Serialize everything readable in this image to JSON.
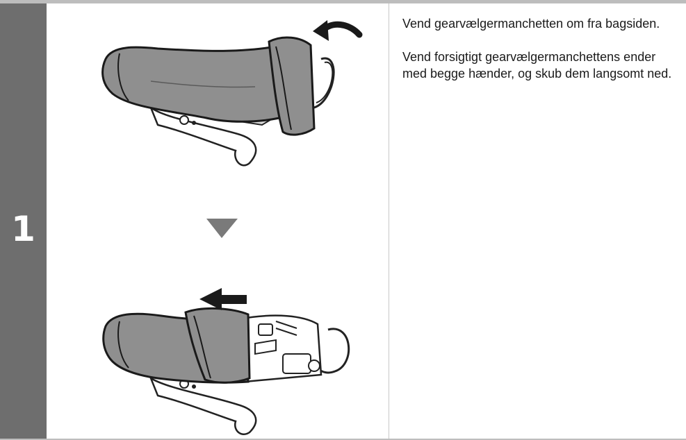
{
  "step": {
    "number": "1"
  },
  "instructions": {
    "paragraph_1": "Vend gearvælgermanchetten om fra bagsiden.",
    "paragraph_2": "Vend forsigtigt gearvælgermanchettens ender med begge hænder, og skub dem langsomt ned."
  },
  "colors": {
    "step_bar": "#6e6e6e",
    "sleeve": "#8f8f8f",
    "arrow": "#1a1a1a",
    "down_triangle": "#7a7a7a"
  },
  "icons": {
    "rotate_arrow": "curved-arrow-icon",
    "push_arrow": "left-arrow-icon",
    "next_indicator": "triangle-down-icon"
  }
}
